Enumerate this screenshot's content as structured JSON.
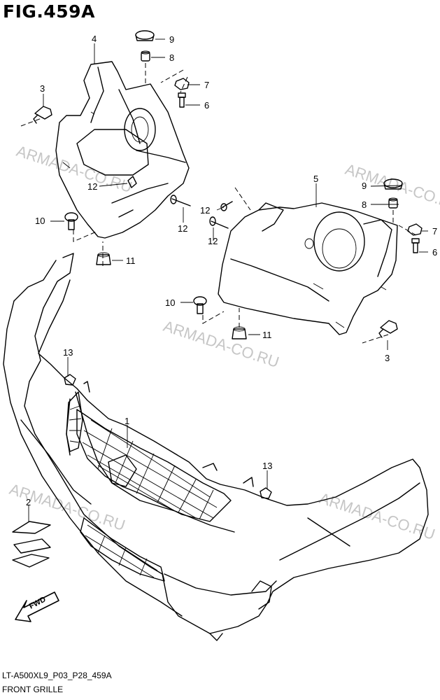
{
  "figure": {
    "title": "FIG.459A"
  },
  "footer": {
    "code": "LT-A500XL9_P03_P28_459A",
    "name": "FRONT GRILLE"
  },
  "watermark": "ARMADA-CO.RU",
  "callouts": {
    "c1": "1",
    "c2": "2",
    "c3a": "3",
    "c3b": "3",
    "c4": "4",
    "c5": "5",
    "c6a": "6",
    "c6b": "6",
    "c7a": "7",
    "c7b": "7",
    "c8a": "8",
    "c8b": "8",
    "c9a": "9",
    "c9b": "9",
    "c10a": "10",
    "c10b": "10",
    "c11a": "11",
    "c11b": "11",
    "c12a": "12",
    "c12b": "12",
    "c12c": "12",
    "c12d": "12",
    "c13a": "13",
    "c13b": "13"
  },
  "fwd_label": "FWD"
}
